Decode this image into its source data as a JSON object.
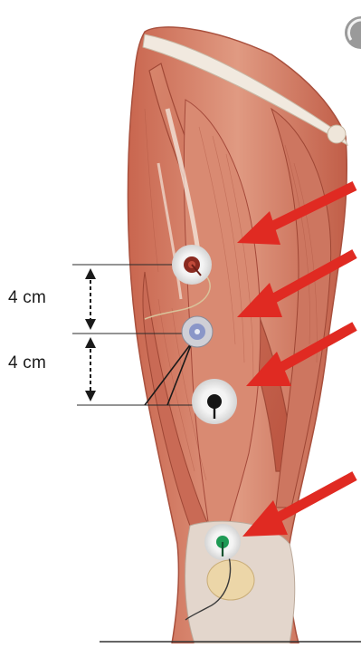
{
  "measurements": {
    "upper": "4 cm",
    "lower": "4 cm"
  },
  "colors": {
    "muscle": "#d98a72",
    "muscle_dark": "#b5543f",
    "tendon": "#efe6da",
    "arrow": "#e02a22",
    "electrode_ring": "#e8e8e8",
    "lead_wire": "#1a1a1a"
  },
  "electrodes": [
    {
      "name": "electrode-1",
      "center_color": "#8a2a20"
    },
    {
      "name": "electrode-2",
      "center_color": "#8a96c8"
    },
    {
      "name": "electrode-3",
      "center_color": "#151515"
    },
    {
      "name": "electrode-4",
      "center_color": "#1f9a55"
    }
  ],
  "arrow_count": 4
}
